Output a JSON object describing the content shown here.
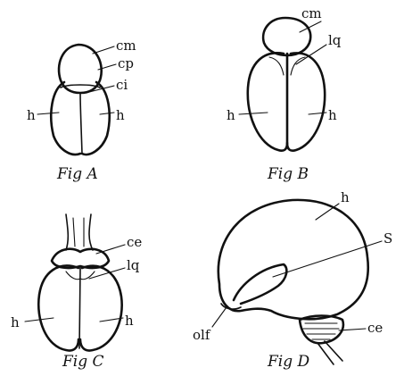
{
  "figures": [
    {
      "caption": "Fig A",
      "labels": [
        "cm",
        "cp",
        "ci",
        "h",
        "h"
      ]
    },
    {
      "caption": "Fig B",
      "labels": [
        "cm",
        "lq",
        "h",
        "h"
      ]
    },
    {
      "caption": "Fig C",
      "labels": [
        "ce",
        "lq",
        "h",
        "h"
      ]
    },
    {
      "caption": "Fig D",
      "labels": [
        "h",
        "S",
        "olf",
        "ce"
      ]
    }
  ],
  "colors": {
    "ink": "#111111",
    "background": "#ffffff"
  }
}
